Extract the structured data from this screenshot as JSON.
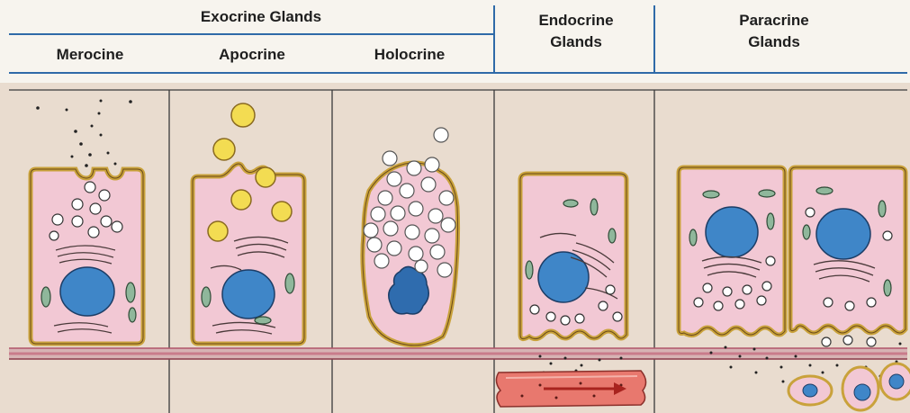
{
  "headers": {
    "exocrine": "Exocrine Glands",
    "merocine": "Merocine",
    "apocrine": "Apocrine",
    "holocrine": "Holocrine",
    "endocrine_line1": "Endocrine",
    "endocrine_line2": "Glands",
    "paracrine_line1": "Paracrine",
    "paracrine_line2": "Glands"
  },
  "colors": {
    "header_blue": "#2f6aa8",
    "background_tan": "#e9dccf",
    "cell_fill": "#f2c8d4",
    "cell_membrane": "#c9a23b",
    "nucleus": "#3f86c8",
    "secretory_granule": "#f3dc52",
    "vesicle": "#ffffff",
    "basement_membrane": "#c97b8b",
    "blood_vessel": "#e8786e",
    "blood_flow_arrow": "#a8231f"
  }
}
